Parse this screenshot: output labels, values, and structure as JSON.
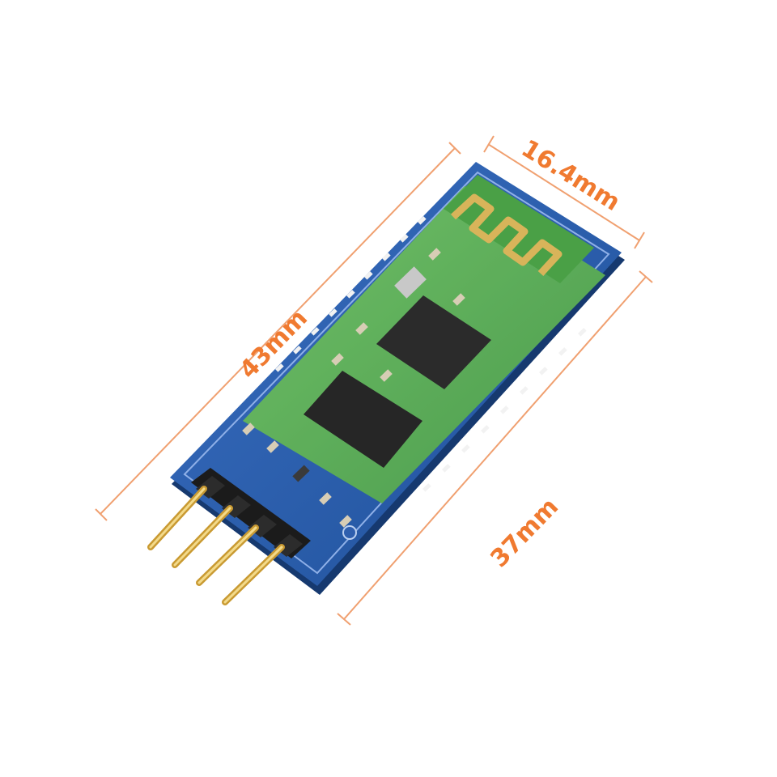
{
  "dimensions": {
    "width_label": "16.4mm",
    "length_label": "43mm",
    "module_length_label": "37mm"
  },
  "colors": {
    "dimension_line": "#f0a070",
    "dimension_text": "#f07a30",
    "pcb_blue": "#2f5fae",
    "module_green": "#3f9a3c",
    "antenna_gold": "#c8a24a",
    "chip_black": "#2a2a2a",
    "pin_gold": "#d9b24a",
    "header_black": "#1b1b1b"
  }
}
